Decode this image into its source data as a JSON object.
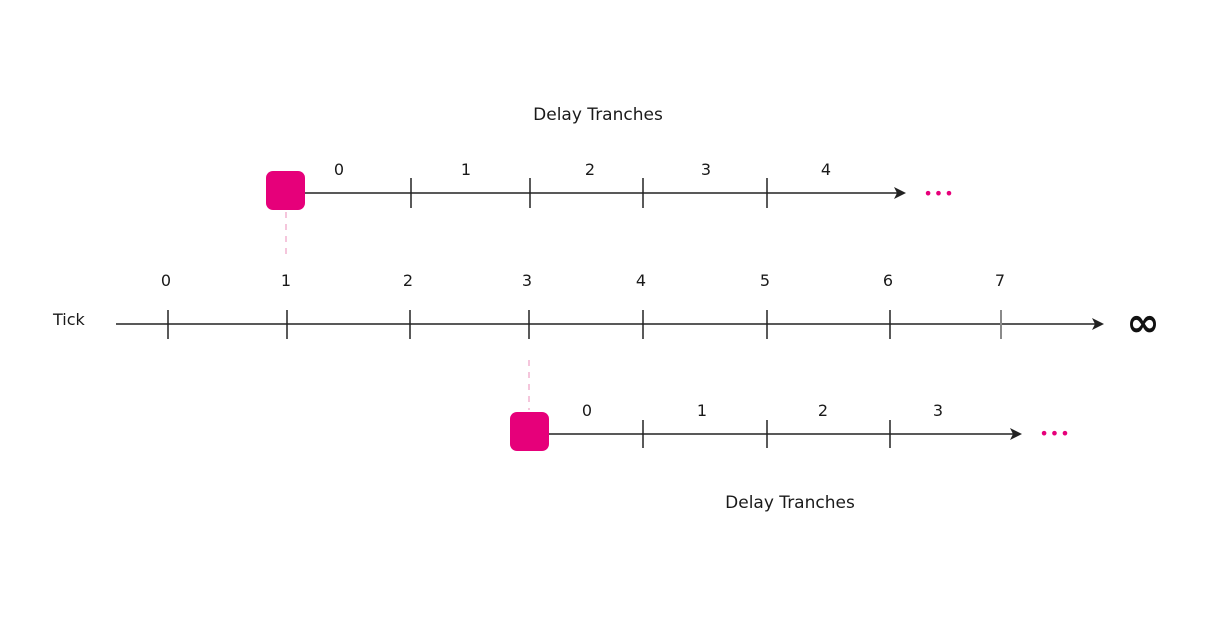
{
  "top_tranche": {
    "title": "Delay Tranches",
    "labels": [
      "0",
      "1",
      "2",
      "3",
      "4"
    ],
    "ellipsis": "•••"
  },
  "tick_axis": {
    "label": "Tick",
    "labels": [
      "0",
      "1",
      "2",
      "3",
      "4",
      "5",
      "6",
      "7"
    ],
    "end_symbol": "∞"
  },
  "bottom_tranche": {
    "title": "Delay Tranches",
    "labels": [
      "0",
      "1",
      "2",
      "3"
    ],
    "ellipsis": "•••"
  },
  "colors": {
    "accent": "#e6007a",
    "line": "#222222",
    "connector": "#f5c6dc",
    "last_tick": "#8a8a8a"
  }
}
